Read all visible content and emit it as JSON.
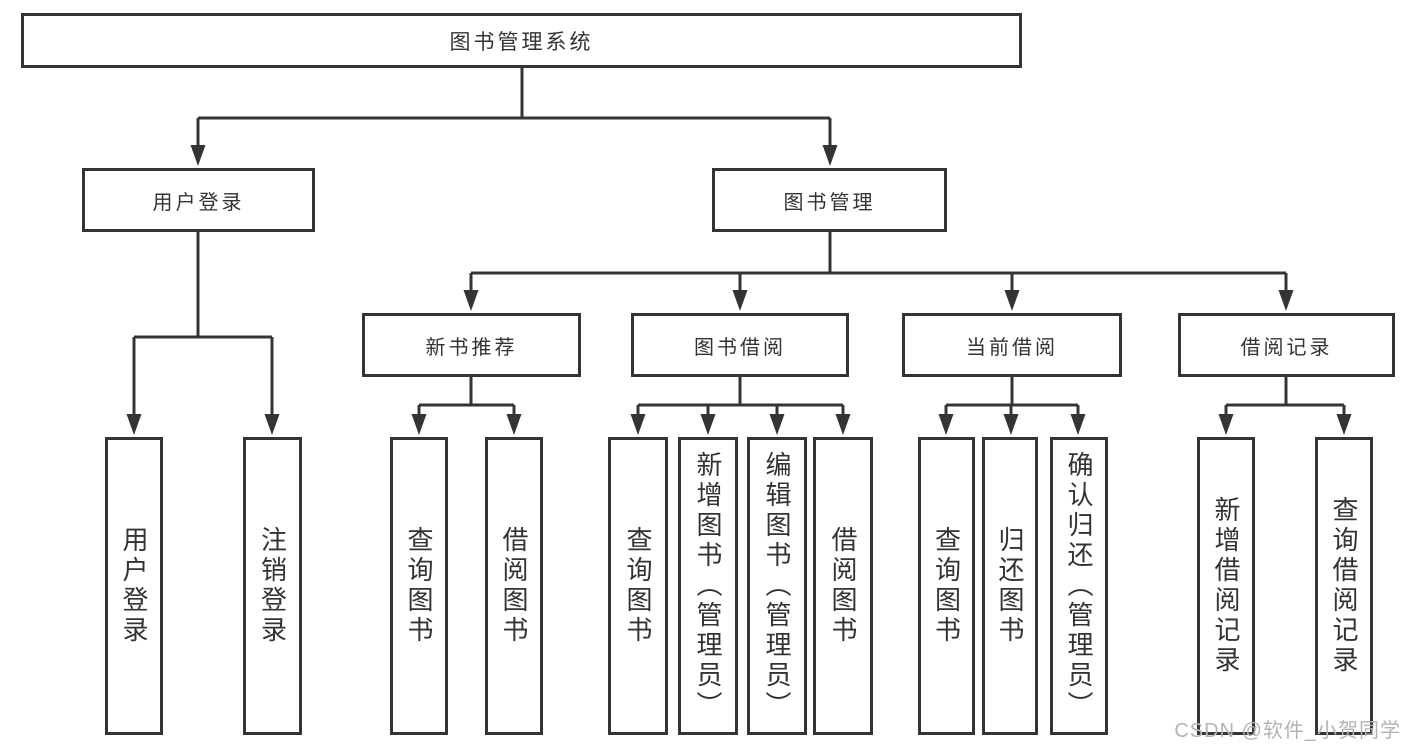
{
  "tree": {
    "label": "图书管理系统",
    "children": [
      {
        "label": "用户登录",
        "children": [
          {
            "label": "用户登录"
          },
          {
            "label": "注销登录"
          }
        ]
      },
      {
        "label": "图书管理",
        "children": [
          {
            "label": "新书推荐",
            "children": [
              {
                "label": "查询图书"
              },
              {
                "label": "借阅图书"
              }
            ]
          },
          {
            "label": "图书借阅",
            "children": [
              {
                "label": "查询图书"
              },
              {
                "label": "新增图书（管理员）"
              },
              {
                "label": "编辑图书（管理员）"
              },
              {
                "label": "借阅图书"
              }
            ]
          },
          {
            "label": "当前借阅",
            "children": [
              {
                "label": "查询图书"
              },
              {
                "label": "归还图书"
              },
              {
                "label": "确认归还（管理员）"
              }
            ]
          },
          {
            "label": "借阅记录",
            "children": [
              {
                "label": "新增借阅记录"
              },
              {
                "label": "查询借阅记录"
              }
            ]
          }
        ]
      }
    ]
  },
  "watermark": {
    "text": "CSDN @软件_小贺同学"
  },
  "colors": {
    "line": "#343434",
    "text": "#333333",
    "background": "#ffffff",
    "watermark": "#b3b3b3"
  }
}
